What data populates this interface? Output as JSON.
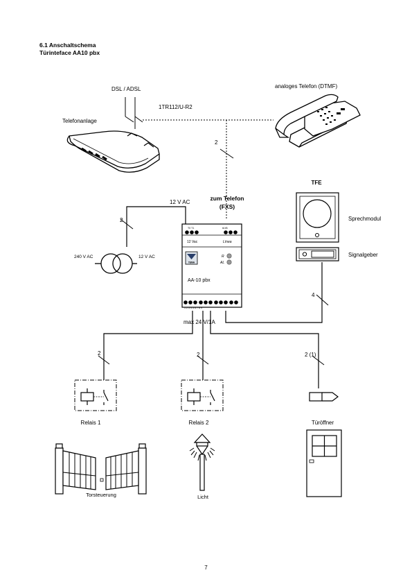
{
  "heading": {
    "line1": "6.1 Anschaltschema",
    "line2": "Türinteface AA10 pbx"
  },
  "labels": {
    "dsl": "DSL / ADSL",
    "bus": "1TR112/U-R2",
    "telefonanlage": "Telefonanlage",
    "analog_phone": "analoges Telefon (DTMF)",
    "wire_count_phone": "2",
    "zum_telefon_1": "zum Telefon",
    "zum_telefon_2": "(FXS)",
    "ac12": "12 V AC",
    "wire_count_psu": "2",
    "v240": "240 V AC",
    "v12": "12 V AC",
    "tfe": "TFE",
    "sprechmodul": "Sprechmodul",
    "signalgeber": "Signalgeber",
    "wire_count_tfe": "4",
    "max": "max 24 V/1A",
    "wire_relay1": "2",
    "wire_relay2": "2",
    "wire_opener": "2 (1)",
    "relais1": "Relais 1",
    "relais2": "Relais 2",
    "tueroeffner": "Türöffner",
    "torsteuerung": "Torsteuerung",
    "licht": "Licht"
  },
  "device": {
    "top_terminals_left": "T0  T1",
    "top_terminals_right": "tA  tB",
    "supply": "12 Vac",
    "linea": "Línea",
    "led_r": "R",
    "led_al": "AL",
    "logo": "TEMA",
    "model": "AA-10 pbx",
    "bottom_terminals": "1  2  3  4  5  6  7  8  9"
  },
  "page_number": "7"
}
